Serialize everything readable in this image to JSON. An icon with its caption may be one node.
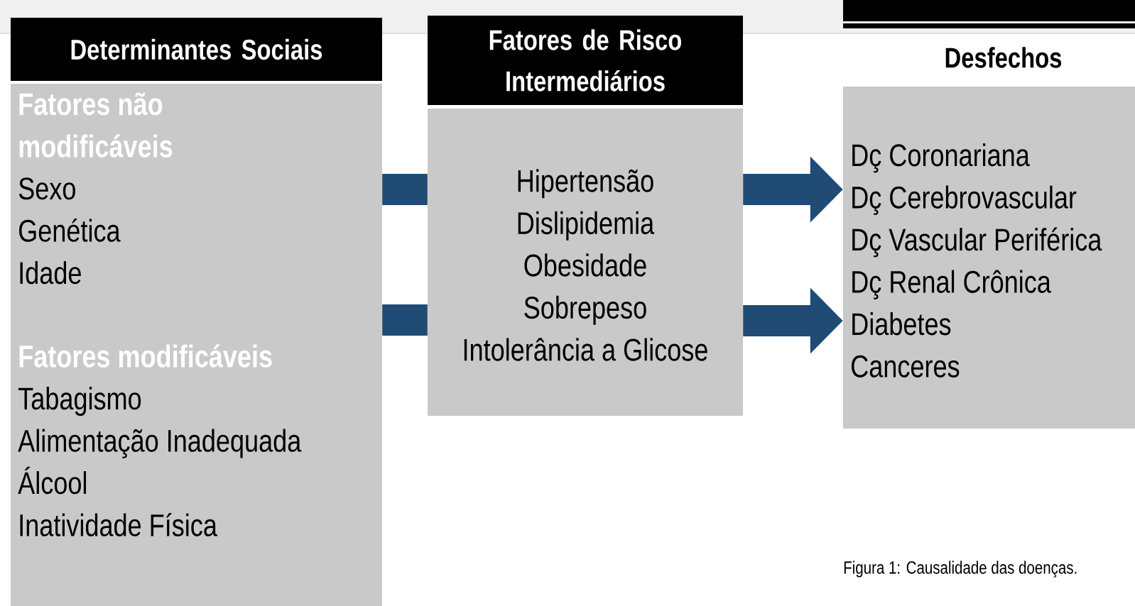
{
  "diagram": {
    "caption": "Figura 1: Causalidade das doenças.",
    "nodes": [
      {
        "text": [
          "Determinantes Sociais"
        ]
      },
      {
        "text": [
          "Fatores não modificáveis",
          "Sexo",
          "Genética",
          "Idade",
          "Fatores modificáveis",
          "Tabagismo",
          "Alimentação Inadequada",
          "Álcool",
          "Inatividade Física"
        ]
      },
      {
        "text": [
          "Fatores de Risco Intermediários"
        ]
      },
      {
        "text": [
          "Hipertensão",
          "Dislipidemia",
          "Obesidade",
          "Sobrepeso",
          "Intolerância a Glicose"
        ]
      },
      {
        "text": [
          "Desfechos"
        ]
      },
      {
        "text": [
          "Dç Coronariana",
          "Dç Cerebrovascular",
          "Dç Vascular Periférica",
          "Dç Renal Crônica",
          "Diabetes",
          "Canceres"
        ]
      }
    ],
    "edges": [
      {
        "from": 1,
        "to": 3,
        "arrow": "none"
      },
      {
        "from": 1,
        "to": 3,
        "arrow": "none"
      },
      {
        "from": 3,
        "to": 5,
        "arrow": "to"
      },
      {
        "from": 3,
        "to": 5,
        "arrow": "to"
      }
    ]
  }
}
